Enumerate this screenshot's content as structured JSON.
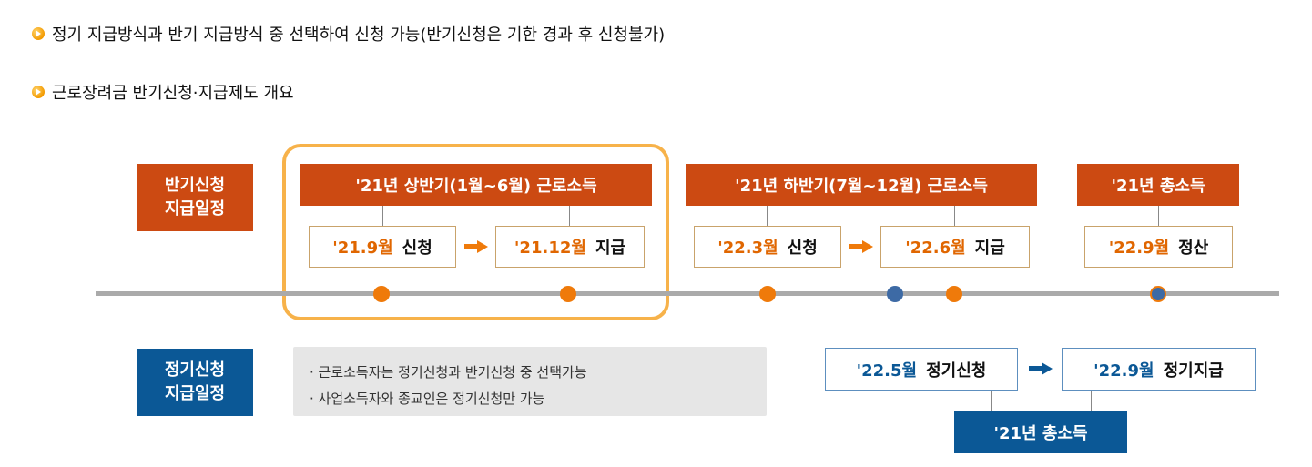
{
  "notes": [
    "정기 지급방식과 반기 지급방식 중 선택하여 신청 가능(반기신청은 기한 경과 후 신청불가)",
    "근로장려금 반기신청·지급제도 개요"
  ],
  "half_year": {
    "label_lines": [
      "반기신청",
      "지급일정"
    ],
    "first_half_header": "'21년 상반기(1월~6월) 근로소득",
    "second_half_header": "'21년 하반기(7월~12월) 근로소득",
    "total_header": "'21년 총소득",
    "boxes": [
      {
        "date": "'21.9월",
        "action": "신청"
      },
      {
        "date": "'21.12월",
        "action": "지급"
      },
      {
        "date": "'22.3월",
        "action": "신청"
      },
      {
        "date": "'22.6월",
        "action": "지급"
      },
      {
        "date": "'22.9월",
        "action": "정산"
      }
    ]
  },
  "regular": {
    "label_lines": [
      "정기신청",
      "지급일정"
    ],
    "notes": [
      "· 근로소득자는 정기신청과 반기신청 중 선택가능",
      "· 사업소득자와 종교인은 정기신청만 가능"
    ],
    "boxes": [
      {
        "date": "'22.5월",
        "action": "정기신청"
      },
      {
        "date": "'22.9월",
        "action": "정기지급"
      }
    ],
    "total_footer": "'21년 총소득"
  },
  "colors": {
    "red": "#cc4a12",
    "blue": "#0b5896",
    "orange": "#ef7a0a",
    "highlight_border": "#f7b24a",
    "timeline": "#aaaaaa"
  }
}
